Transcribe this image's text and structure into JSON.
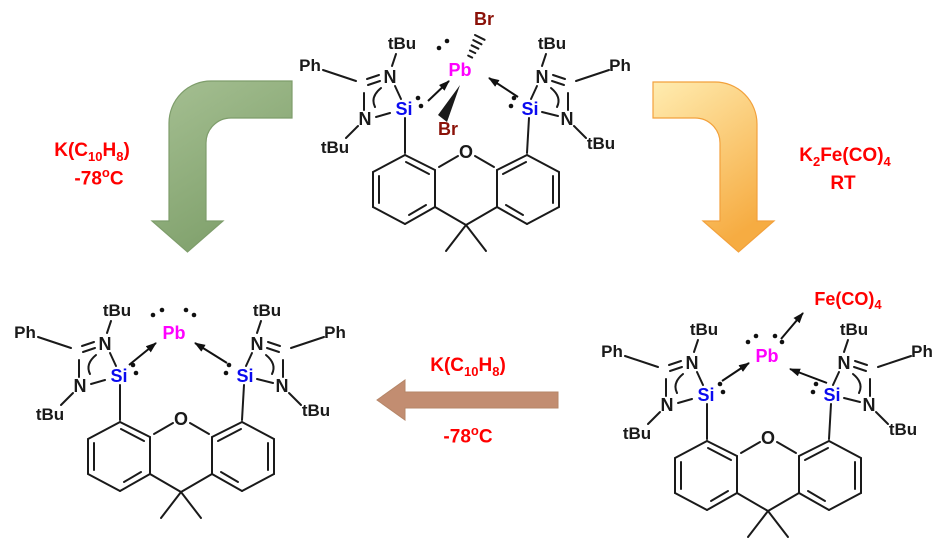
{
  "compounds": {
    "scaffold": {
      "silicon": "Si",
      "nitrogen": "N",
      "oxygen": "O",
      "tert_butyl": "tBu",
      "phenyl": "Ph"
    },
    "top_dibromo_complex": {
      "lead": "Pb",
      "bromide": "Br"
    },
    "bottom_left_plumbylene": {
      "lead": "Pb"
    },
    "bottom_right_iron_complex": {
      "lead": "Pb",
      "iron_fragment": "Fe(CO)",
      "iron_fragment_subscript": "4"
    }
  },
  "reactions": {
    "to_bottom_left": {
      "reagent_parts": [
        "K(C",
        "10",
        "H",
        "8",
        ")"
      ],
      "condition_parts": [
        "-78",
        "o",
        "C"
      ]
    },
    "to_bottom_right": {
      "reagent_parts": [
        "K",
        "2",
        "Fe(CO)",
        "4"
      ],
      "condition": "RT"
    },
    "bottom_middle": {
      "reagent_parts": [
        "K(C",
        "10",
        "H",
        "8",
        ")"
      ],
      "condition_parts": [
        "-78",
        "o",
        "C"
      ]
    }
  },
  "colors": {
    "lead": "#FF00FF",
    "silicon": "#0A0AF0",
    "bromine": "#8B1209",
    "highlight_red": "#FF0000",
    "green_arrow": "#8FAE7C",
    "yellow_arrow": "#F9C465",
    "brown_arrow": "#C28D71",
    "bond": "#1A1A1A"
  }
}
